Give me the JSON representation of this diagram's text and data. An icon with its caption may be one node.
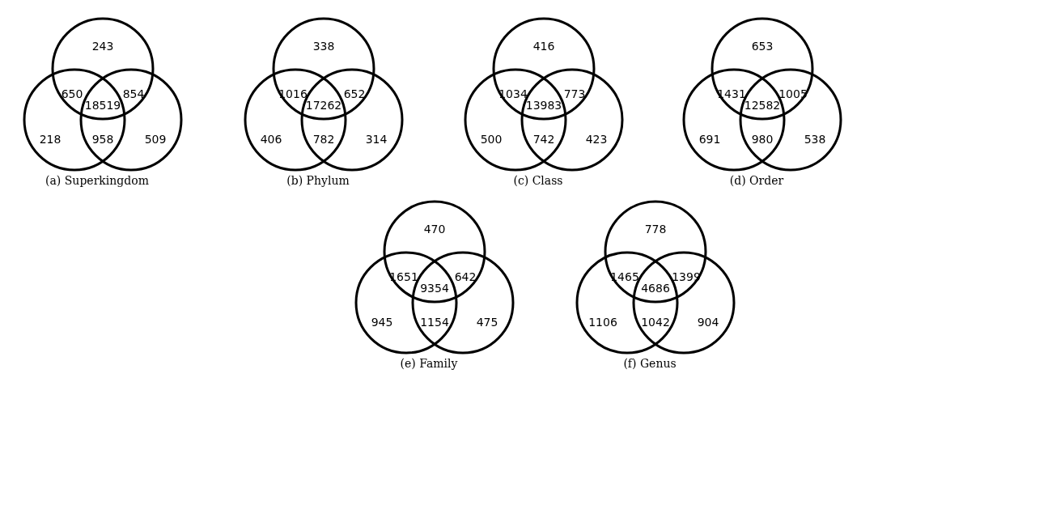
{
  "diagram": {
    "nodes": [
      {
        "text": [],
        "shape": "circle"
      },
      {
        "text": [],
        "shape": "circle"
      },
      {
        "text": [],
        "shape": "circle"
      },
      {
        "text": [],
        "shape": "circle"
      },
      {
        "text": [],
        "shape": "circle"
      },
      {
        "text": [],
        "shape": "circle"
      },
      {
        "text": [],
        "shape": "circle"
      },
      {
        "text": [],
        "shape": "circle"
      },
      {
        "text": [],
        "shape": "circle"
      },
      {
        "text": [],
        "shape": "circle"
      },
      {
        "text": [],
        "shape": "circle"
      },
      {
        "text": [],
        "shape": "circle"
      },
      {
        "text": [],
        "shape": "circle"
      },
      {
        "text": [],
        "shape": "circle"
      },
      {
        "text": [],
        "shape": "circle"
      },
      {
        "text": [],
        "shape": "circle"
      },
      {
        "text": [],
        "shape": "circle"
      },
      {
        "text": [],
        "shape": "circle"
      }
    ],
    "labels": [
      "243",
      "650",
      "854",
      "18519",
      "218",
      "958",
      "509",
      "(a) Superkingdom",
      "338",
      "1016",
      "652",
      "17262",
      "406",
      "782",
      "314",
      "(b) Phylum",
      "416",
      "1034",
      "773",
      "13983",
      "500",
      "742",
      "423",
      "(c) Class",
      "653",
      "1431",
      "1005",
      "12582",
      "691",
      "980",
      "538",
      "(d) Order",
      "470",
      "1651",
      "642",
      "9354",
      "945",
      "1154",
      "475",
      "(e) Family",
      "778",
      "1465",
      "1399",
      "4686",
      "1106",
      "1042",
      "904",
      "(f) Genus"
    ]
  }
}
